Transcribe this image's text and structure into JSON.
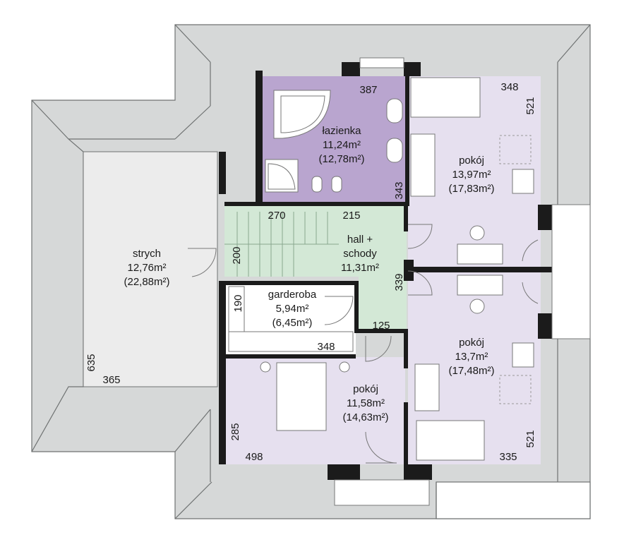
{
  "rooms": {
    "lazienka": {
      "name": "łazienka",
      "area": "11,24m²",
      "area_total": "(12,78m²)"
    },
    "pokoj_top": {
      "name": "pokój",
      "area": "13,97m²",
      "area_total": "(17,83m²)"
    },
    "hall": {
      "name_line1": "hall +",
      "name_line2": "schody",
      "area": "11,31m²"
    },
    "strych": {
      "name": "strych",
      "area": "12,76m²",
      "area_total": "(22,88m²)"
    },
    "garderoba": {
      "name": "garderoba",
      "area": "5,94m²",
      "area_total": "(6,45m²)"
    },
    "pokoj_right": {
      "name": "pokój",
      "area": "13,7m²",
      "area_total": "(17,48m²)"
    },
    "pokoj_bottom": {
      "name": "pokój",
      "area": "11,58m²",
      "area_total": "(14,63m²)"
    }
  },
  "dimensions": {
    "d387": "387",
    "d348_top": "348",
    "d521_top": "521",
    "d343": "343",
    "d270": "270",
    "d215": "215",
    "d200": "200",
    "d339": "339",
    "d190": "190",
    "d125": "125",
    "d348_gard": "348",
    "d635": "635",
    "d365": "365",
    "d285": "285",
    "d498": "498",
    "d335": "335",
    "d521_bottom": "521"
  },
  "colors": {
    "roof": "#d6d8d8",
    "bathroom": "#b9a5cf",
    "bedroom": "#e6e0ef",
    "hall": "#d3e8d6",
    "walls": "#1b1b1b"
  }
}
